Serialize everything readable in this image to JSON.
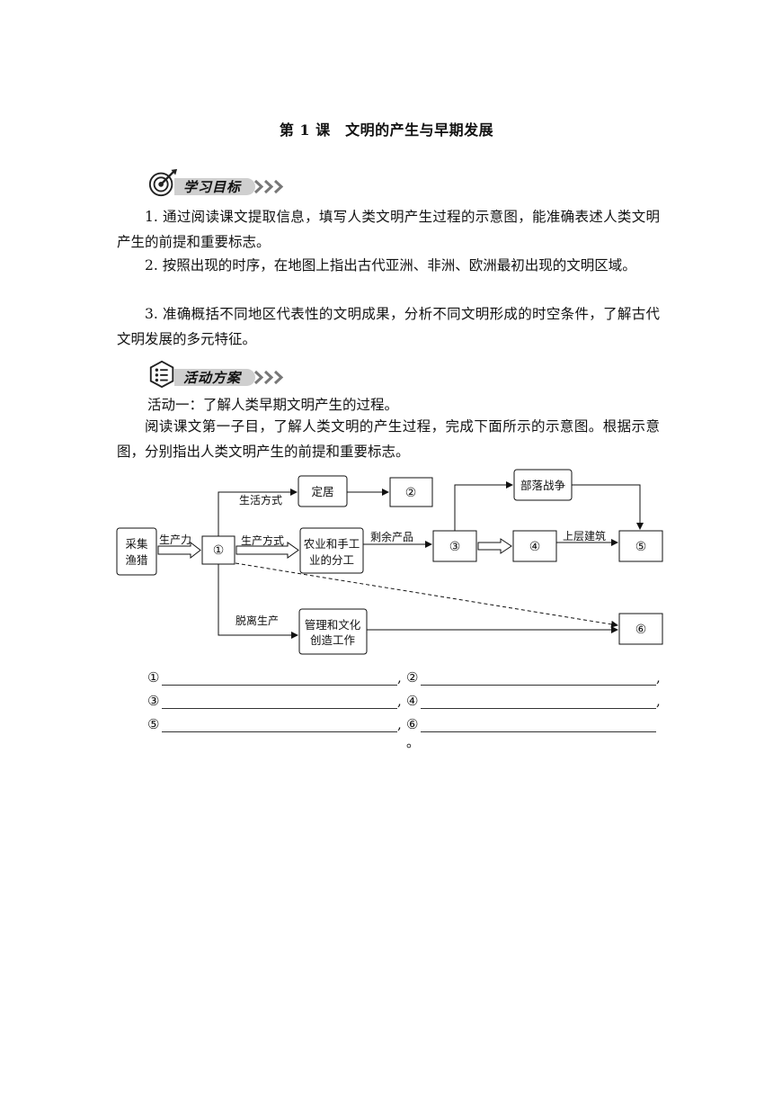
{
  "title": "第 1 课　文明的产生与早期发展",
  "sections": {
    "objectives_label": "学习目标",
    "activities_label": "活动方案"
  },
  "objectives": [
    "1. 通过阅读课文提取信息，填写人类文明产生过程的示意图，能准确表述人类文明产生的前提和重要标志。",
    "2. 按照出现的时序，在地图上指出古代亚洲、非洲、欧洲最初出现的文明区域。",
    "3. 准确概括不同地区代表性的文明成果，分析不同文明形成的时空条件，了解古代文明发展的多元特征。"
  ],
  "activity1": {
    "title": "活动一：了解人类早期文明产生的过程。",
    "instruction": "阅读课文第一子目，了解人类文明的产生过程，完成下面所示的示意图。根据示意图，分别指出人类文明产生的前提和重要标志。"
  },
  "diagram": {
    "boxes": {
      "gather_line1": "采集",
      "gather_line2": "渔猎",
      "b1": "①",
      "settle": "定居",
      "b2": "②",
      "agri_line1": "农业和手工",
      "agri_line2": "业的分工",
      "b3": "③",
      "b4": "④",
      "b5": "⑤",
      "war": "部落战争",
      "mgmt_line1": "管理和文化",
      "mgmt_line2": "创造工作",
      "b6": "⑥"
    },
    "labels": {
      "productivity": "生产力",
      "lifestyle": "生活方式",
      "production_mode": "生产方式",
      "surplus": "剩余产品",
      "superstructure": "上层建筑",
      "detach": "脱离生产"
    }
  },
  "answers": {
    "n1": "①",
    "n2": "②",
    "n3": "③",
    "n4": "④",
    "n5": "⑤",
    "n6": "⑥",
    "sep": ",",
    "end": "。"
  }
}
